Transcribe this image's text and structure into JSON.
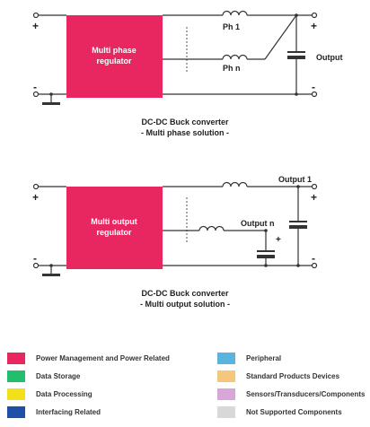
{
  "diagram1": {
    "block_label_line1": "Multi phase",
    "block_label_line2": "regulator",
    "ph1_label": "Ph 1",
    "phn_label": "Ph n",
    "output_label": "Output",
    "plus_left": "+",
    "plus_right": "+",
    "minus_left": "-",
    "minus_right": "-",
    "caption_line1": "DC-DC Buck converter",
    "caption_line2": "- Multi phase solution -",
    "block_color": "#e8265f"
  },
  "diagram2": {
    "block_label_line1": "Multi output",
    "block_label_line2": "regulator",
    "output1_label": "Output 1",
    "outputn_label": "Output n",
    "plus_left": "+",
    "plus_right": "+",
    "plus_mid": "+",
    "minus_left": "-",
    "minus_right": "-",
    "caption_line1": "DC-DC Buck converter",
    "caption_line2": "- Multi output solution -",
    "block_color": "#e8265f"
  },
  "legend": {
    "left": [
      {
        "label": "Power Management and Power Related",
        "color": "#e8265f"
      },
      {
        "label": "Data Storage",
        "color": "#1fbf6e"
      },
      {
        "label": "Data Processing",
        "color": "#f2e01a"
      },
      {
        "label": "Interfacing Related",
        "color": "#1f4fa8"
      }
    ],
    "right": [
      {
        "label": "Peripheral",
        "color": "#5ab4de"
      },
      {
        "label": "Standard Products Devices",
        "color": "#f4c77a"
      },
      {
        "label": "Sensors/Transducers/Components",
        "color": "#d9a6d9"
      },
      {
        "label": "Not Supported Components",
        "color": "#d8d8d8"
      }
    ]
  }
}
